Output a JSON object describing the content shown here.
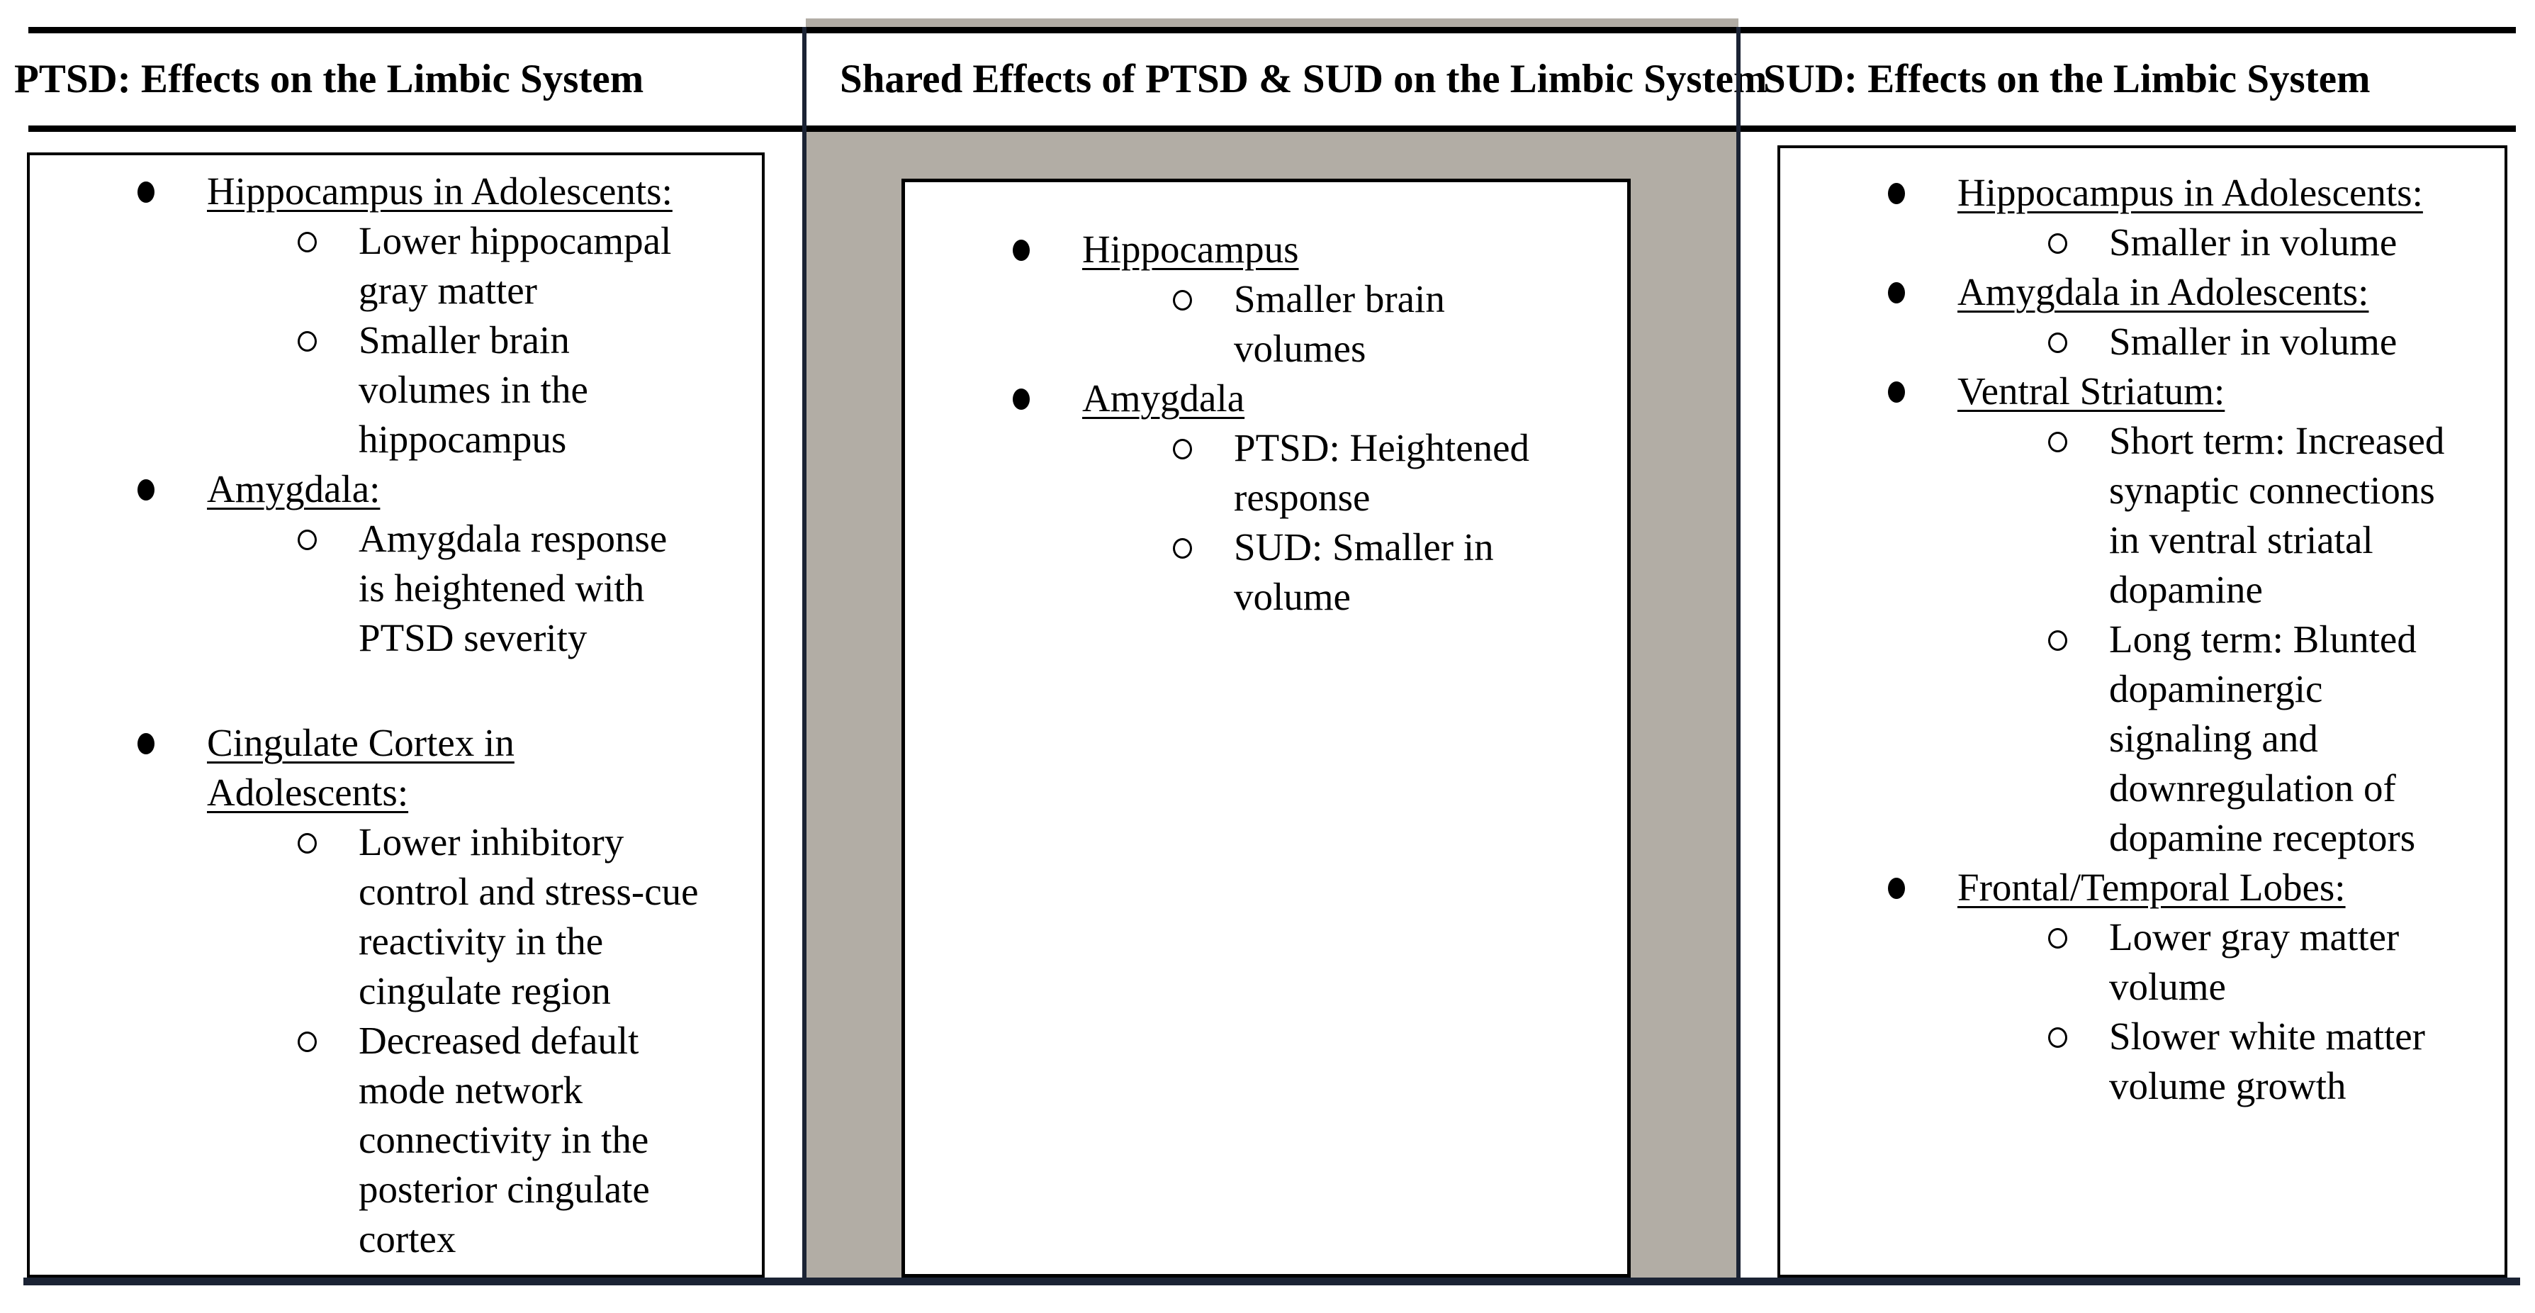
{
  "colors": {
    "middle_cell_bg": "#b2ada5",
    "frame_navy": "#1b2334",
    "border_black": "#000000"
  },
  "table": {
    "columns": [
      {
        "header": "PTSD: Effects on the Limbic System",
        "items": [
          {
            "term": "Hippocampus in Adolescents:",
            "subs": [
              "Lower hippocampal\ngray matter",
              "Smaller brain\nvolumes in the\nhippocampus"
            ]
          },
          {
            "term": "Amygdala:",
            "subs": [
              "Amygdala response\nis heightened with\nPTSD severity"
            ]
          },
          {
            "term": "Cingulate Cortex in\nAdolescents:",
            "gap_before": true,
            "subs": [
              "Lower inhibitory\ncontrol and stress-cue\nreactivity in the\ncingulate region",
              "Decreased default\nmode network\nconnectivity in the\nposterior cingulate\ncortex"
            ]
          }
        ]
      },
      {
        "header": "Shared Effects of PTSD & SUD on the Limbic System",
        "items": [
          {
            "term": "Hippocampus",
            "subs": [
              "Smaller brain\nvolumes"
            ]
          },
          {
            "term": "Amygdala",
            "subs": [
              "PTSD: Heightened\nresponse",
              "SUD: Smaller in\nvolume"
            ]
          }
        ]
      },
      {
        "header": "SUD: Effects on the Limbic System",
        "items": [
          {
            "term": "Hippocampus in Adolescents:",
            "subs": [
              "Smaller in volume"
            ]
          },
          {
            "term": "Amygdala in Adolescents:",
            "subs": [
              "Smaller in volume"
            ]
          },
          {
            "term": "Ventral Striatum:",
            "subs": [
              "Short term: Increased\nsynaptic connections\nin ventral striatal\ndopamine",
              "Long term: Blunted\ndopaminergic\nsignaling and\ndownregulation of\ndopamine receptors"
            ]
          },
          {
            "term": "Frontal/Temporal Lobes:",
            "subs": [
              "Lower gray matter\nvolume",
              "Slower white matter\nvolume growth"
            ]
          }
        ]
      }
    ]
  }
}
